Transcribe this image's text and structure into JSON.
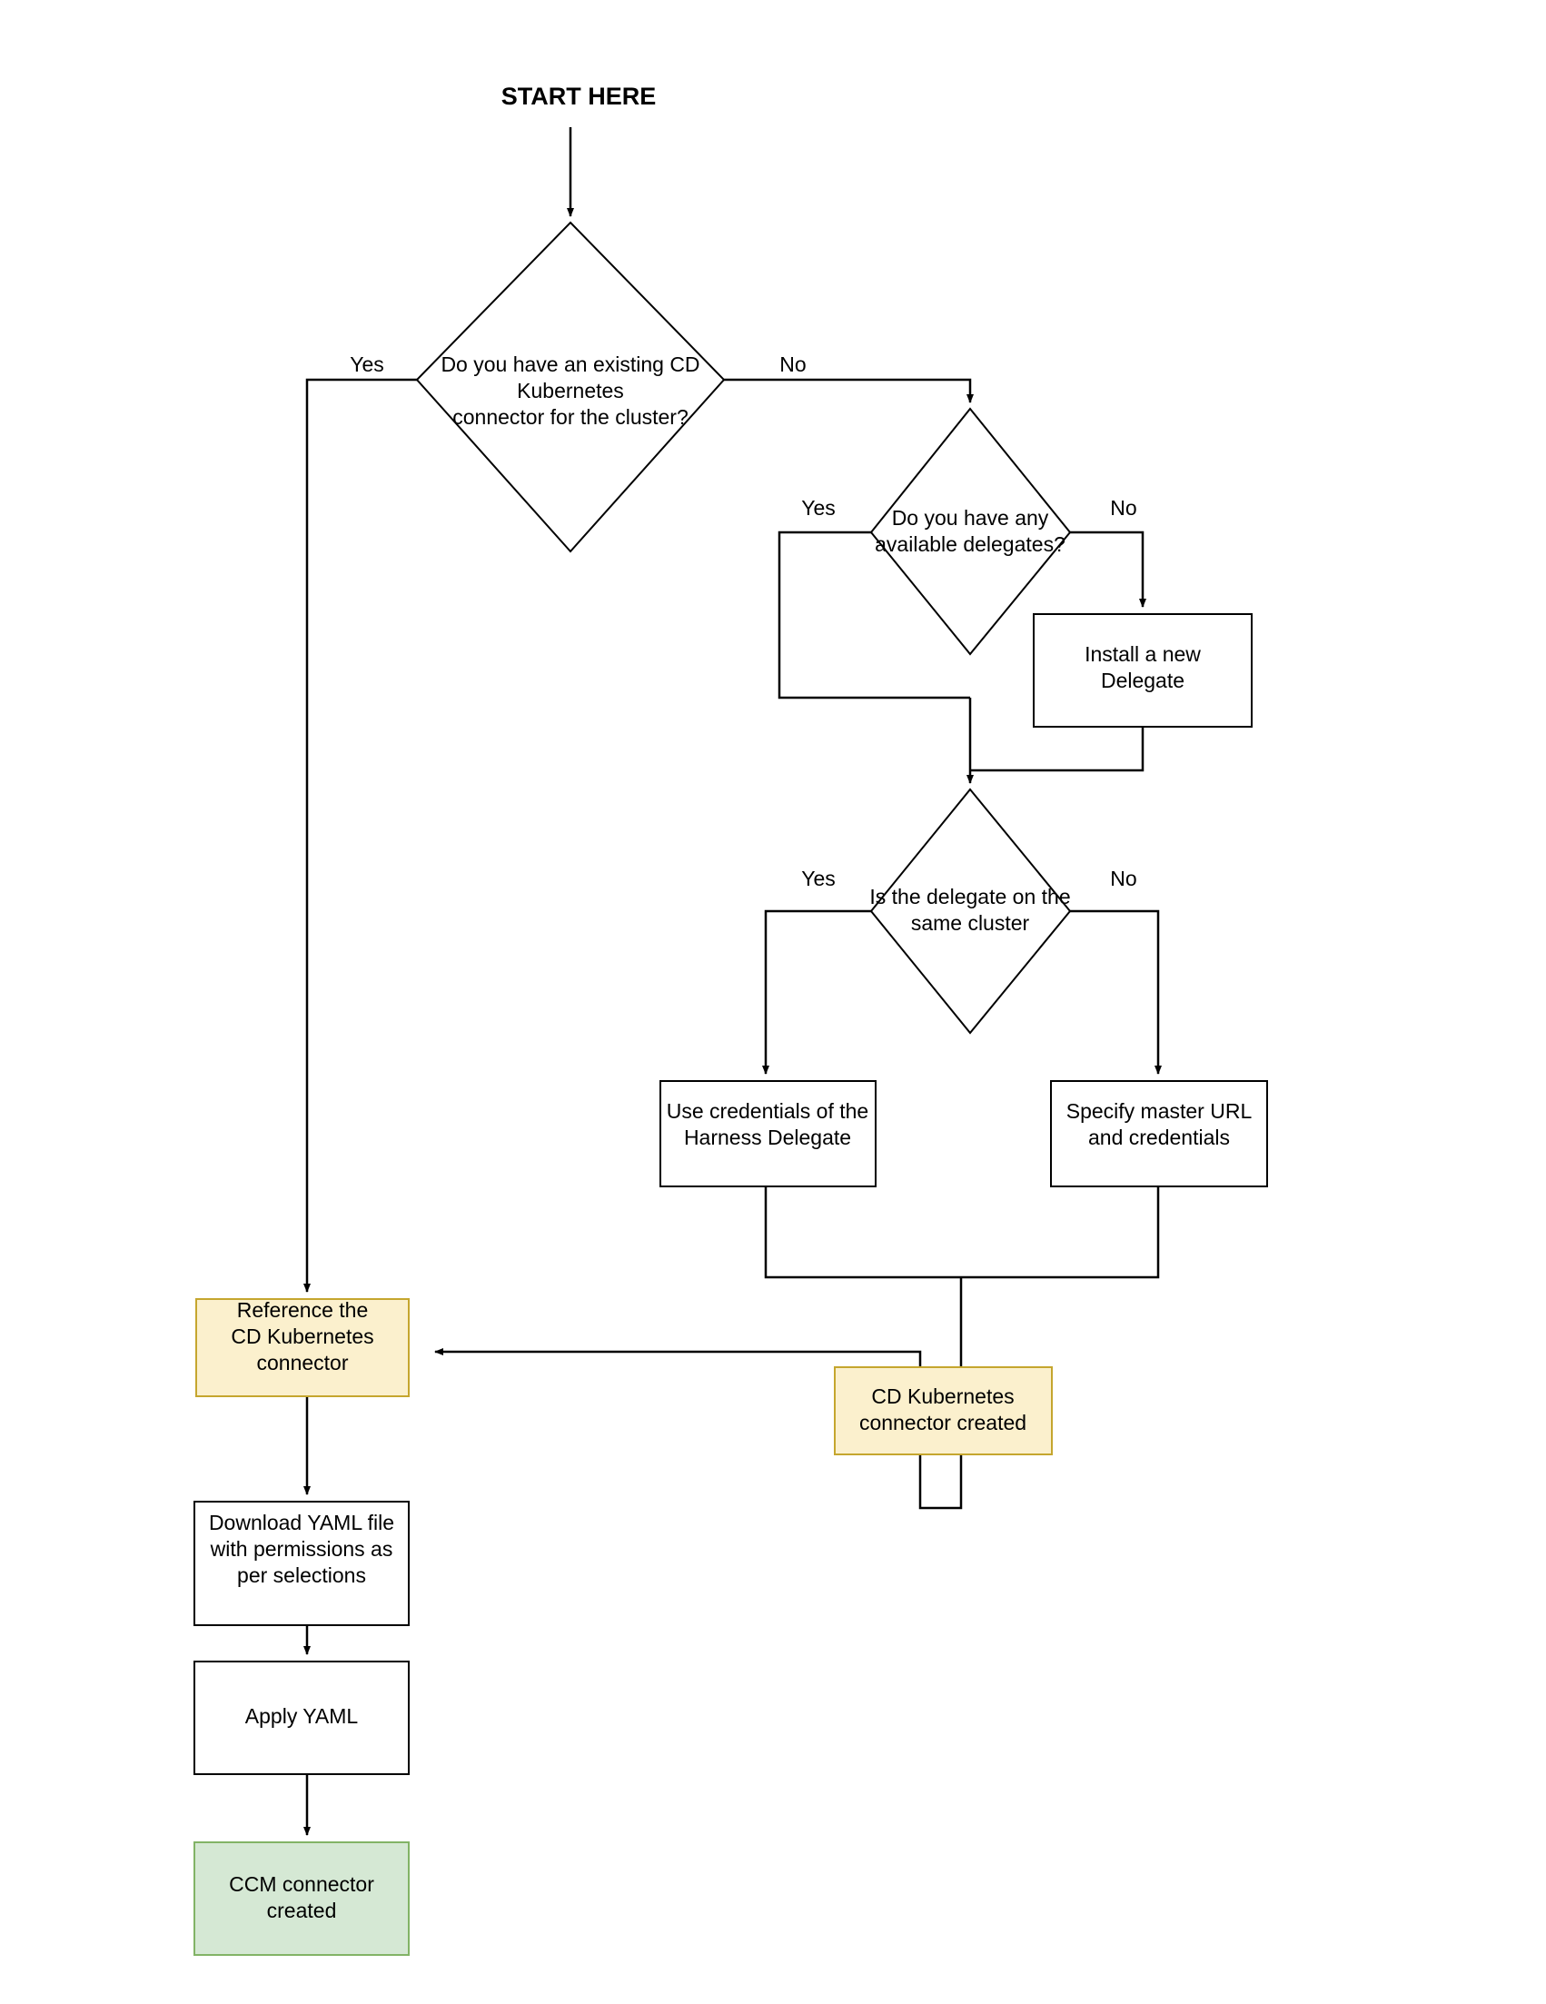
{
  "diagram": {
    "title": "START HERE",
    "colors": {
      "orange_fill": "#fbf0cd",
      "orange_border": "#c5a62e",
      "green_fill": "#d5e8d4",
      "green_border": "#82b366",
      "line": "#000000",
      "background": "#ffffff"
    },
    "decisions": [
      {
        "id": "has-existing-cd-connector",
        "lines": [
          "Do you have an existing CD",
          "Kubernetes",
          "connector for the cluster?"
        ],
        "yes_label": "Yes",
        "no_label": "No"
      },
      {
        "id": "has-available-delegates",
        "lines": [
          "Do you have any",
          "available delegates?"
        ],
        "yes_label": "Yes",
        "no_label": "No"
      },
      {
        "id": "delegate-same-cluster",
        "lines": [
          "Is the delegate on the",
          "same cluster"
        ],
        "yes_label": "Yes",
        "no_label": "No"
      }
    ],
    "processes": [
      {
        "id": "install-new-delegate",
        "lines": [
          "Install a new",
          "Delegate"
        ],
        "style": "plain"
      },
      {
        "id": "use-harness-delegate-credentials",
        "lines": [
          "Use credentials of the",
          "Harness Delegate"
        ],
        "style": "plain"
      },
      {
        "id": "specify-master-url",
        "lines": [
          "Specify master URL",
          "and credentials"
        ],
        "style": "plain"
      },
      {
        "id": "reference-cd-kubernetes-connector",
        "lines": [
          "Reference the",
          "CD Kubernetes",
          "connector"
        ],
        "style": "orange"
      },
      {
        "id": "cd-kubernetes-connector-created",
        "lines": [
          "CD Kubernetes",
          "connector created"
        ],
        "style": "orange"
      },
      {
        "id": "download-yaml-file",
        "lines": [
          "Download YAML file",
          "with permissions as",
          "per selections"
        ],
        "style": "plain"
      },
      {
        "id": "apply-yaml",
        "lines": [
          "Apply YAML"
        ],
        "style": "plain"
      },
      {
        "id": "ccm-connector-created",
        "lines": [
          "CCM connector",
          "created"
        ],
        "style": "green"
      }
    ]
  }
}
